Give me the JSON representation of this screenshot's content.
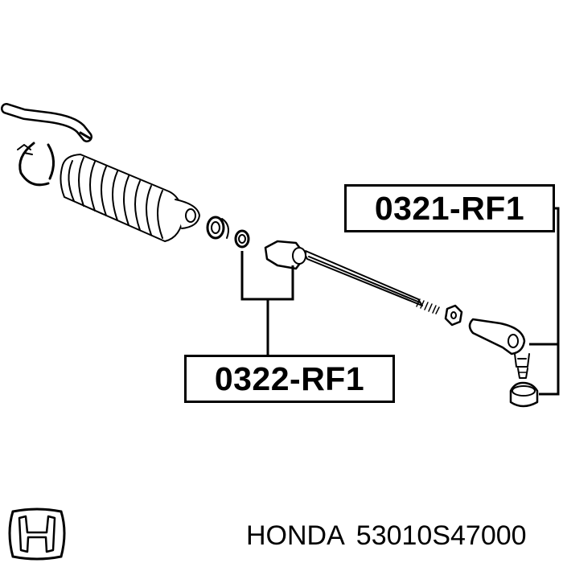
{
  "callouts": {
    "tie_rod_end": "0321-RF1",
    "inner_tie_rod": "0322-RF1"
  },
  "footer": {
    "brand": "HONDA",
    "part_number": "53010S47000"
  },
  "logo": {
    "icon": "honda-logo-icon"
  },
  "colors": {
    "ink": "#000000",
    "paper": "#ffffff"
  }
}
